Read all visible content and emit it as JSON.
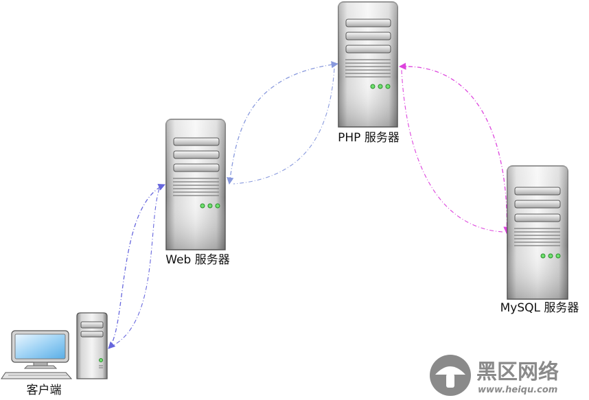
{
  "nodes": {
    "client": {
      "label": "客户端"
    },
    "web": {
      "label": "Web 服务器"
    },
    "php": {
      "label": "PHP 服务器"
    },
    "mysql": {
      "label": "MySQL 服务器"
    }
  },
  "watermark": {
    "title": "黑区网络",
    "url": "www.heiqu.com"
  },
  "colors": {
    "client_web_connector": "#6666dd",
    "web_php_connector": "#8899dd",
    "php_mysql_connector": "#dd44dd",
    "watermark": "#8a8a8a"
  }
}
